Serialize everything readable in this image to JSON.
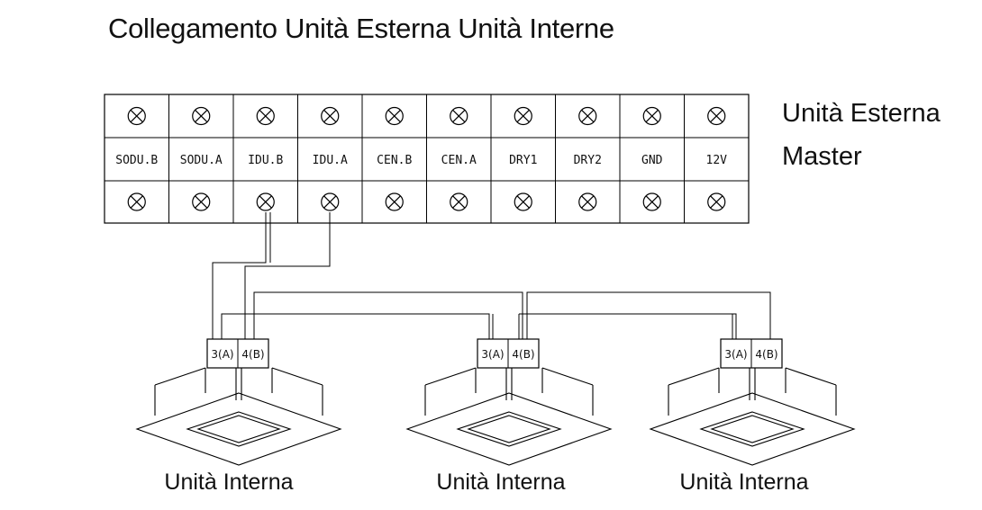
{
  "title": "Collegamento Unità Esterna Unità Interne",
  "master": {
    "label_line1": "Unità Esterna",
    "label_line2": "Master"
  },
  "terminals": [
    "SODU.B",
    "SODU.A",
    "IDU.B",
    "IDU.A",
    "CEN.B",
    "CEN.A",
    "DRY1",
    "DRY2",
    "GND",
    "12V"
  ],
  "indoor_units": [
    {
      "label": "Unità Interna",
      "port_a": "3(A)",
      "port_b": "4(B)"
    },
    {
      "label": "Unità Interna",
      "port_a": "3(A)",
      "port_b": "4(B)"
    },
    {
      "label": "Unità Interna",
      "port_a": "3(A)",
      "port_b": "4(B)"
    }
  ],
  "icons": {
    "screw": "screw-terminal-icon"
  }
}
